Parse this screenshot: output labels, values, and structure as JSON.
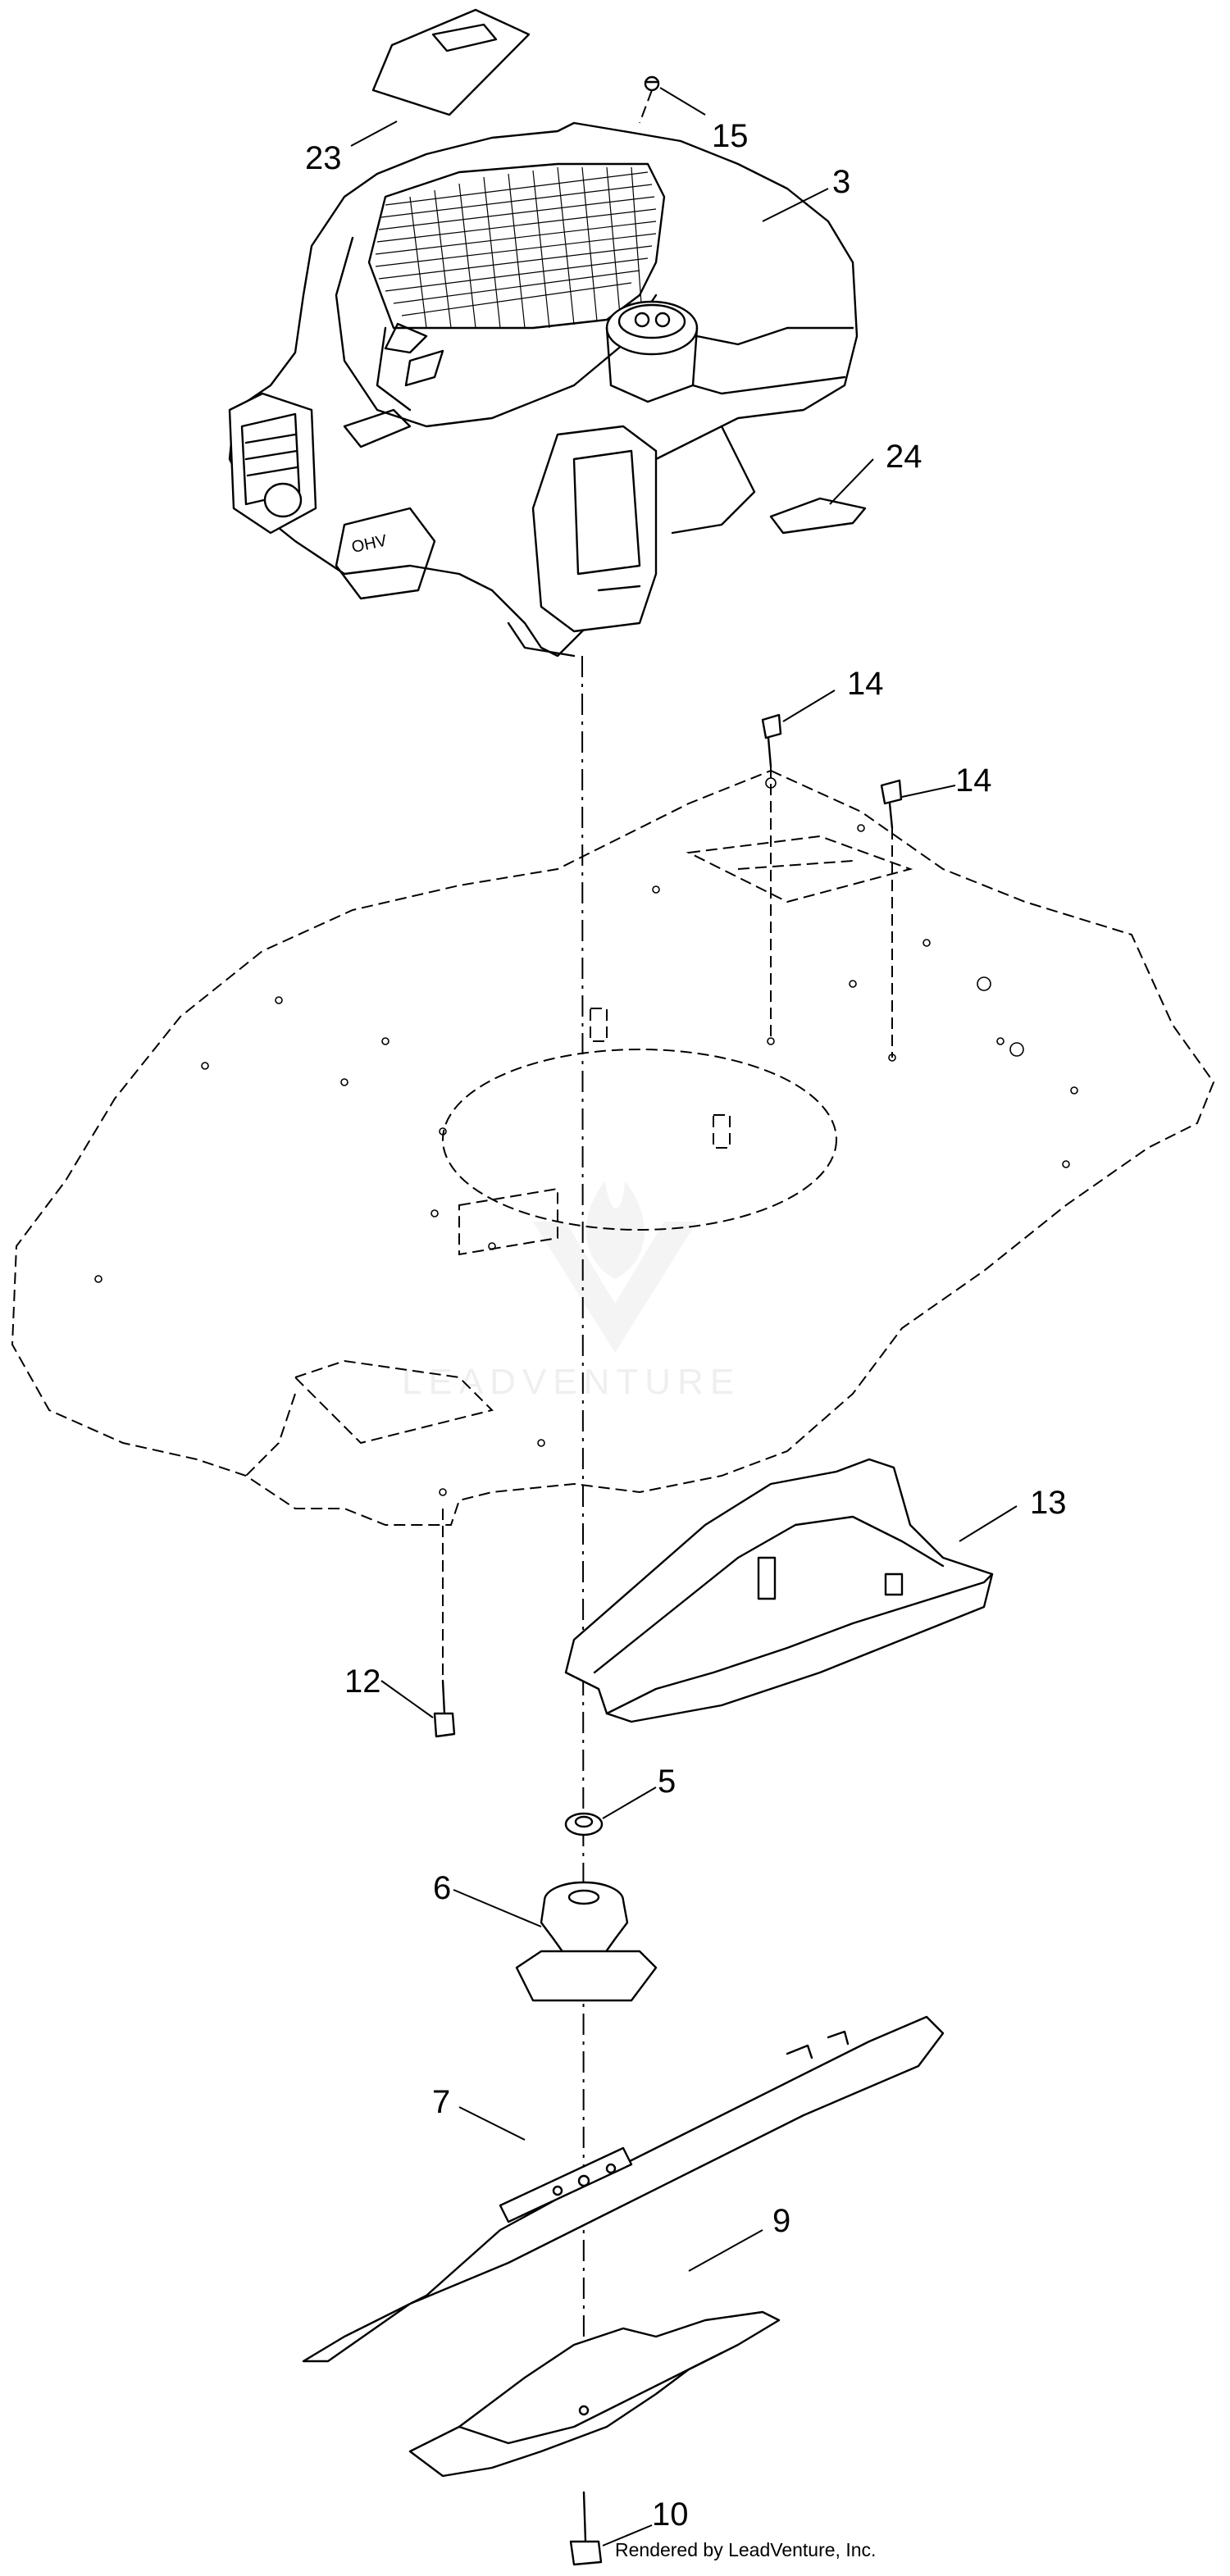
{
  "callouts": {
    "c23": "23",
    "c15": "15",
    "c3": "3",
    "c24": "24",
    "c14a": "14",
    "c14b": "14",
    "c13": "13",
    "c12": "12",
    "c5": "5",
    "c6": "6",
    "c7": "7",
    "c9": "9",
    "c10": "10"
  },
  "watermark": "LEADVENTURE",
  "footer": "Rendered by LeadVenture, Inc."
}
